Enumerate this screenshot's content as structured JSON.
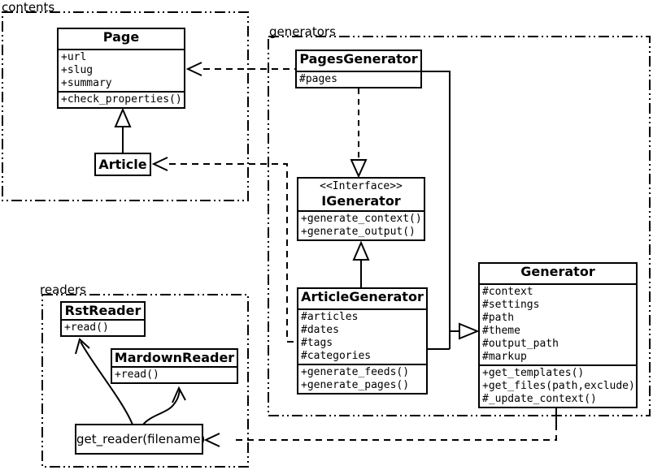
{
  "packages": {
    "contents": {
      "label": "contents"
    },
    "generators": {
      "label": "generators"
    },
    "readers": {
      "label": "readers"
    }
  },
  "classes": {
    "page": {
      "title": "Page",
      "attributes": [
        "+url",
        "+slug",
        "+summary"
      ],
      "methods": [
        "+check_properties()"
      ]
    },
    "article": {
      "title": "Article"
    },
    "pages_generator": {
      "title": "PagesGenerator",
      "attributes": [
        "#pages"
      ]
    },
    "igenerator": {
      "stereotype": "<<Interface>>",
      "title": "IGenerator",
      "methods": [
        "+generate_context()",
        "+generate_output()"
      ]
    },
    "article_generator": {
      "title": "ArticleGenerator",
      "attributes": [
        "#articles",
        "#dates",
        "#tags",
        "#categories"
      ],
      "methods": [
        "+generate_feeds()",
        "+generate_pages()"
      ]
    },
    "generator": {
      "title": "Generator",
      "attributes": [
        "#context",
        "#settings",
        "#path",
        "#theme",
        "#output_path",
        "#markup"
      ],
      "methods": [
        "+get_templates()",
        "+get_files(path,exclude)",
        "#_update_context()"
      ]
    },
    "rst_reader": {
      "title": "RstReader",
      "methods": [
        "+read()"
      ]
    },
    "markdown_reader": {
      "title": "MardownReader",
      "methods": [
        "+read()"
      ]
    },
    "get_reader": {
      "title": "get_reader(filename)"
    }
  },
  "colors": {
    "stroke": "#000000",
    "box_fill": "#ffffff",
    "background": "#ffffff"
  }
}
